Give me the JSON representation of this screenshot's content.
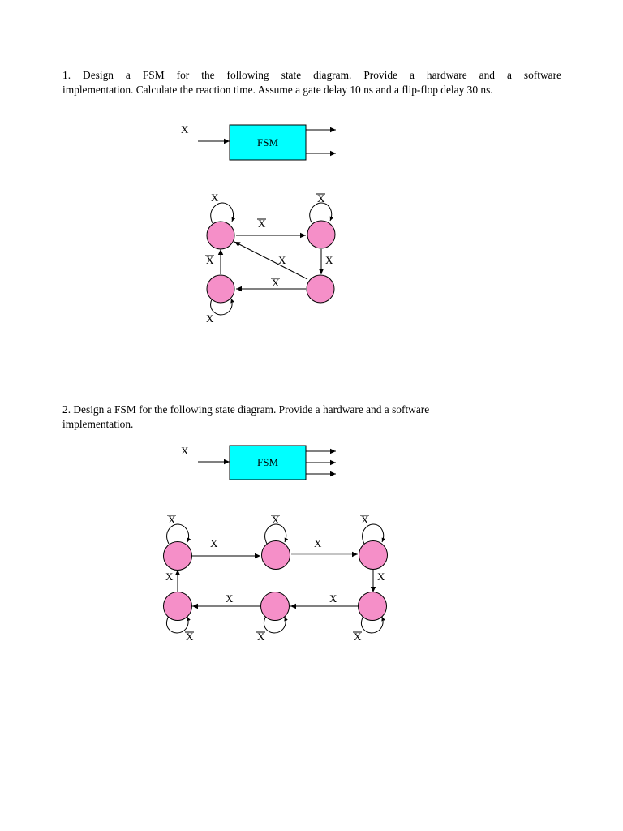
{
  "problem1": {
    "line1": "1. Design a FSM for the following state diagram. Provide a hardware and a software",
    "line2": "implementation. Calculate the reaction time. Assume a gate delay 10 ns and a flip-flop delay 30 ns.",
    "input_label": "X",
    "box_label": "FSM",
    "state_labels": {
      "top_left_self": "X",
      "top_right_self": "X",
      "top_edge": "X",
      "left_edge": "X",
      "diagonal_edge": "X",
      "right_edge": "X",
      "bottom_edge": "X",
      "bottom_left_self": "X"
    }
  },
  "problem2": {
    "line1": "2. Design a FSM for the following state diagram. Provide a hardware and a software",
    "line2": "implementation.",
    "input_label": "X",
    "box_label": "FSM",
    "state_labels": {
      "top_left_self": "X",
      "top_mid_self": "X",
      "top_right_self": "X",
      "top_edge_1": "X",
      "top_edge_2": "X",
      "left_edge": "X",
      "right_edge": "X",
      "bottom_edge_1": "X",
      "bottom_edge_2": "X",
      "bottom_left_self": "X",
      "bottom_mid_self": "X",
      "bottom_right_self": "X"
    }
  },
  "colors": {
    "state_fill": "#f58fc8",
    "fsm_box": "#00ffff"
  }
}
